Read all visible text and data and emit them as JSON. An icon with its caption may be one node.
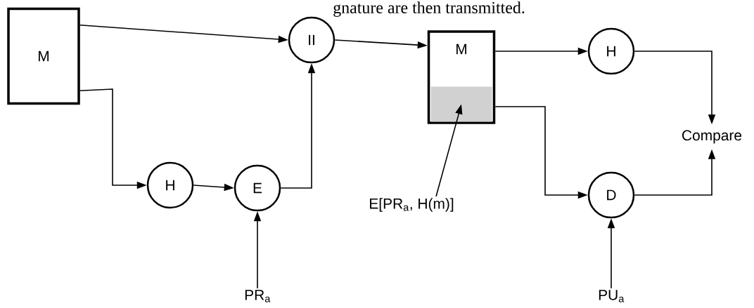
{
  "diagram": {
    "nodes": [
      {
        "text": [
          "M"
        ]
      },
      {
        "text": [
          "II"
        ]
      },
      {
        "text": [
          "M"
        ]
      },
      {
        "text": [],
        "shape": "box",
        "in": 2
      },
      {
        "text": [
          "H"
        ]
      },
      {
        "text": [
          "Compare"
        ]
      },
      {
        "text": [
          "H"
        ]
      },
      {
        "text": [
          "E"
        ]
      },
      {
        "text": [
          "PR$_{a}$"
        ]
      },
      {
        "text": [
          "E[PR$_{a}$, H(m)]"
        ]
      },
      {
        "text": [
          "D"
        ]
      },
      {
        "text": [
          "PU$_{a}$"
        ]
      }
    ],
    "edges": [
      {
        "from": 0,
        "to": 1,
        "arrow": "to"
      },
      {
        "from": 0,
        "to": 6,
        "arrow": "to"
      },
      {
        "from": 6,
        "to": 7,
        "arrow": "to"
      },
      {
        "from": 7,
        "to": 1,
        "arrow": "to"
      },
      {
        "from": 8,
        "to": 7,
        "arrow": "to"
      },
      {
        "from": 1,
        "to": 2,
        "arrow": "to"
      },
      {
        "from": 2,
        "to": 4,
        "arrow": "to"
      },
      {
        "from": 2,
        "to": 10,
        "arrow": "to"
      },
      {
        "from": 4,
        "to": 5,
        "arrow": "to"
      },
      {
        "from": 10,
        "to": 5,
        "arrow": "to"
      },
      {
        "from": 11,
        "to": 10,
        "arrow": "to"
      },
      {
        "from": 9,
        "to": 3,
        "arrow": "to"
      }
    ],
    "labels": [
      "gnature are then transmitted."
    ]
  }
}
